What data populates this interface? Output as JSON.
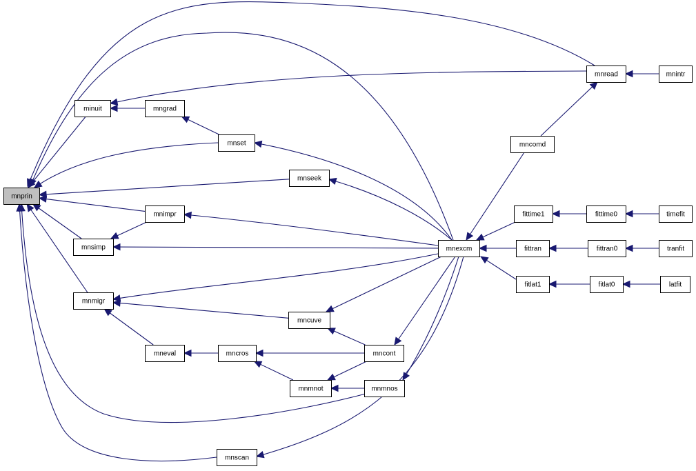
{
  "colors": {
    "edge": "#191970",
    "root_fill": "#bfbfbf",
    "node_fill": "#ffffff",
    "border": "#000000"
  },
  "nodes": {
    "mnprin": "mnprin",
    "minuit": "minuit",
    "mngrad": "mngrad",
    "mnset": "mnset",
    "mnseek": "mnseek",
    "mnimpr": "mnimpr",
    "mnsimp": "mnsimp",
    "mnexcm": "mnexcm",
    "mnmigr": "mnmigr",
    "mncuve": "mncuve",
    "mneval": "mneval",
    "mncros": "mncros",
    "mncont": "mncont",
    "mnmnot": "mnmnot",
    "mnmnos": "mnmnos",
    "mnscan": "mnscan",
    "mnread": "mnread",
    "mnintr": "mnintr",
    "mncomd": "mncomd",
    "fittime1": "fittime1",
    "fittime0": "fittime0",
    "timefit": "timefit",
    "fittran": "fittran",
    "fittran0": "fittran0",
    "tranfit": "tranfit",
    "fitlat1": "fitlat1",
    "fitlat0": "fitlat0",
    "latfit": "latfit"
  },
  "edges": [
    [
      "minuit",
      "mnprin"
    ],
    [
      "mngrad",
      "minuit"
    ],
    [
      "mnset",
      "mngrad"
    ],
    [
      "mnset",
      "mnprin"
    ],
    [
      "mnseek",
      "mnprin"
    ],
    [
      "mnimpr",
      "mnprin"
    ],
    [
      "mnimpr",
      "mnsimp"
    ],
    [
      "mnsimp",
      "mnprin"
    ],
    [
      "mnmigr",
      "mnprin"
    ],
    [
      "mneval",
      "mnmigr"
    ],
    [
      "mncuve",
      "mnmigr"
    ],
    [
      "mncros",
      "mneval"
    ],
    [
      "mncont",
      "mncros"
    ],
    [
      "mncont",
      "mncuve"
    ],
    [
      "mnmnot",
      "mncros"
    ],
    [
      "mncont",
      "mnmnot"
    ],
    [
      "mnmnos",
      "mnmnot"
    ],
    [
      "mnmnos",
      "mnprin"
    ],
    [
      "mnscan",
      "mnprin"
    ],
    [
      "mnread",
      "mnprin"
    ],
    [
      "mnread",
      "minuit"
    ],
    [
      "mnintr",
      "mnread"
    ],
    [
      "mncomd",
      "mnread"
    ],
    [
      "mnexcm",
      "mnprin"
    ],
    [
      "mnexcm",
      "mnset"
    ],
    [
      "mnexcm",
      "mnseek"
    ],
    [
      "mnexcm",
      "mnimpr"
    ],
    [
      "mnexcm",
      "mnsimp"
    ],
    [
      "mnexcm",
      "mnmigr"
    ],
    [
      "mnexcm",
      "mncuve"
    ],
    [
      "mnexcm",
      "mncont"
    ],
    [
      "mnexcm",
      "mnmnos"
    ],
    [
      "mnexcm",
      "mnscan"
    ],
    [
      "mncomd",
      "mnexcm"
    ],
    [
      "fittime1",
      "mnexcm"
    ],
    [
      "fittran",
      "mnexcm"
    ],
    [
      "fitlat1",
      "mnexcm"
    ],
    [
      "fittime0",
      "fittime1"
    ],
    [
      "timefit",
      "fittime0"
    ],
    [
      "fittran0",
      "fittran"
    ],
    [
      "tranfit",
      "fittran0"
    ],
    [
      "fitlat0",
      "fitlat1"
    ],
    [
      "latfit",
      "fitlat0"
    ]
  ]
}
